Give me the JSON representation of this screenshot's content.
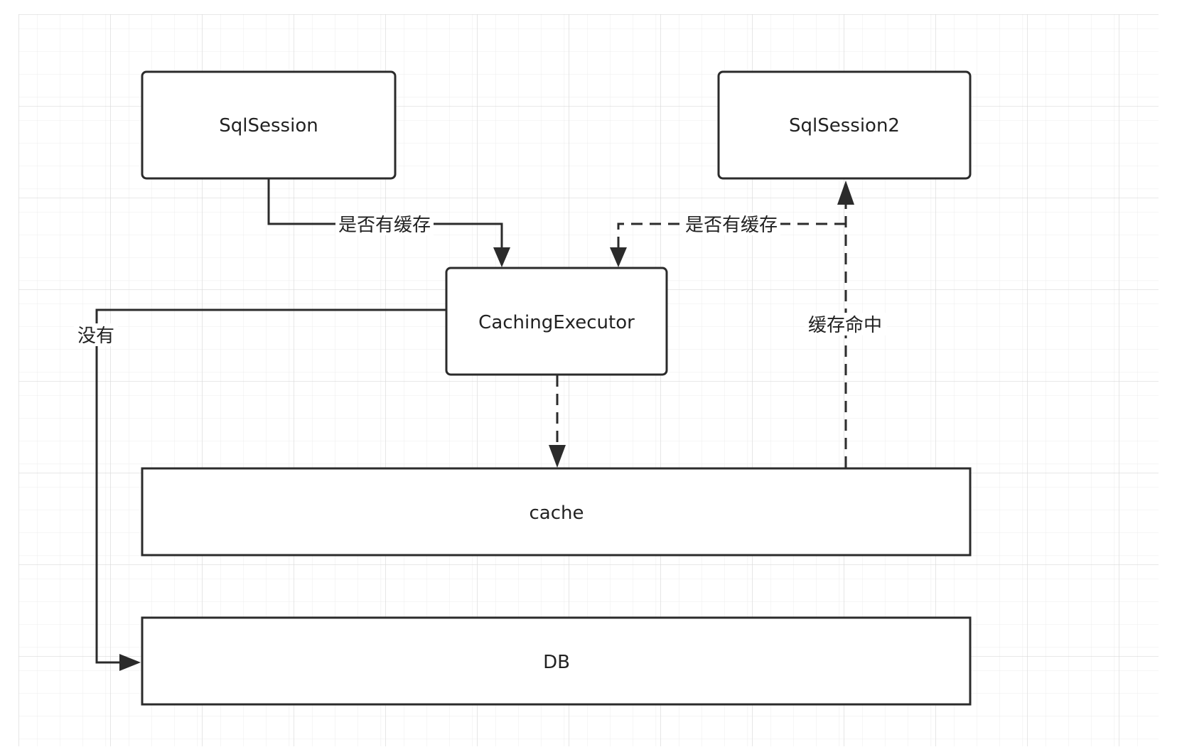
{
  "nodes": {
    "sqlsession": "SqlSession",
    "sqlsession2": "SqlSession2",
    "caching_executor": "CachingExecutor",
    "cache": "cache",
    "db": "DB"
  },
  "edges": {
    "session_to_executor": "是否有缓存",
    "session2_to_executor": "是否有缓存",
    "executor_to_db": "没有",
    "cache_hit": "缓存命中"
  },
  "colors": {
    "stroke": "#2b2b2b",
    "grid_major": "#d9d9d9",
    "grid_minor": "#ececec",
    "background": "#ffffff"
  }
}
